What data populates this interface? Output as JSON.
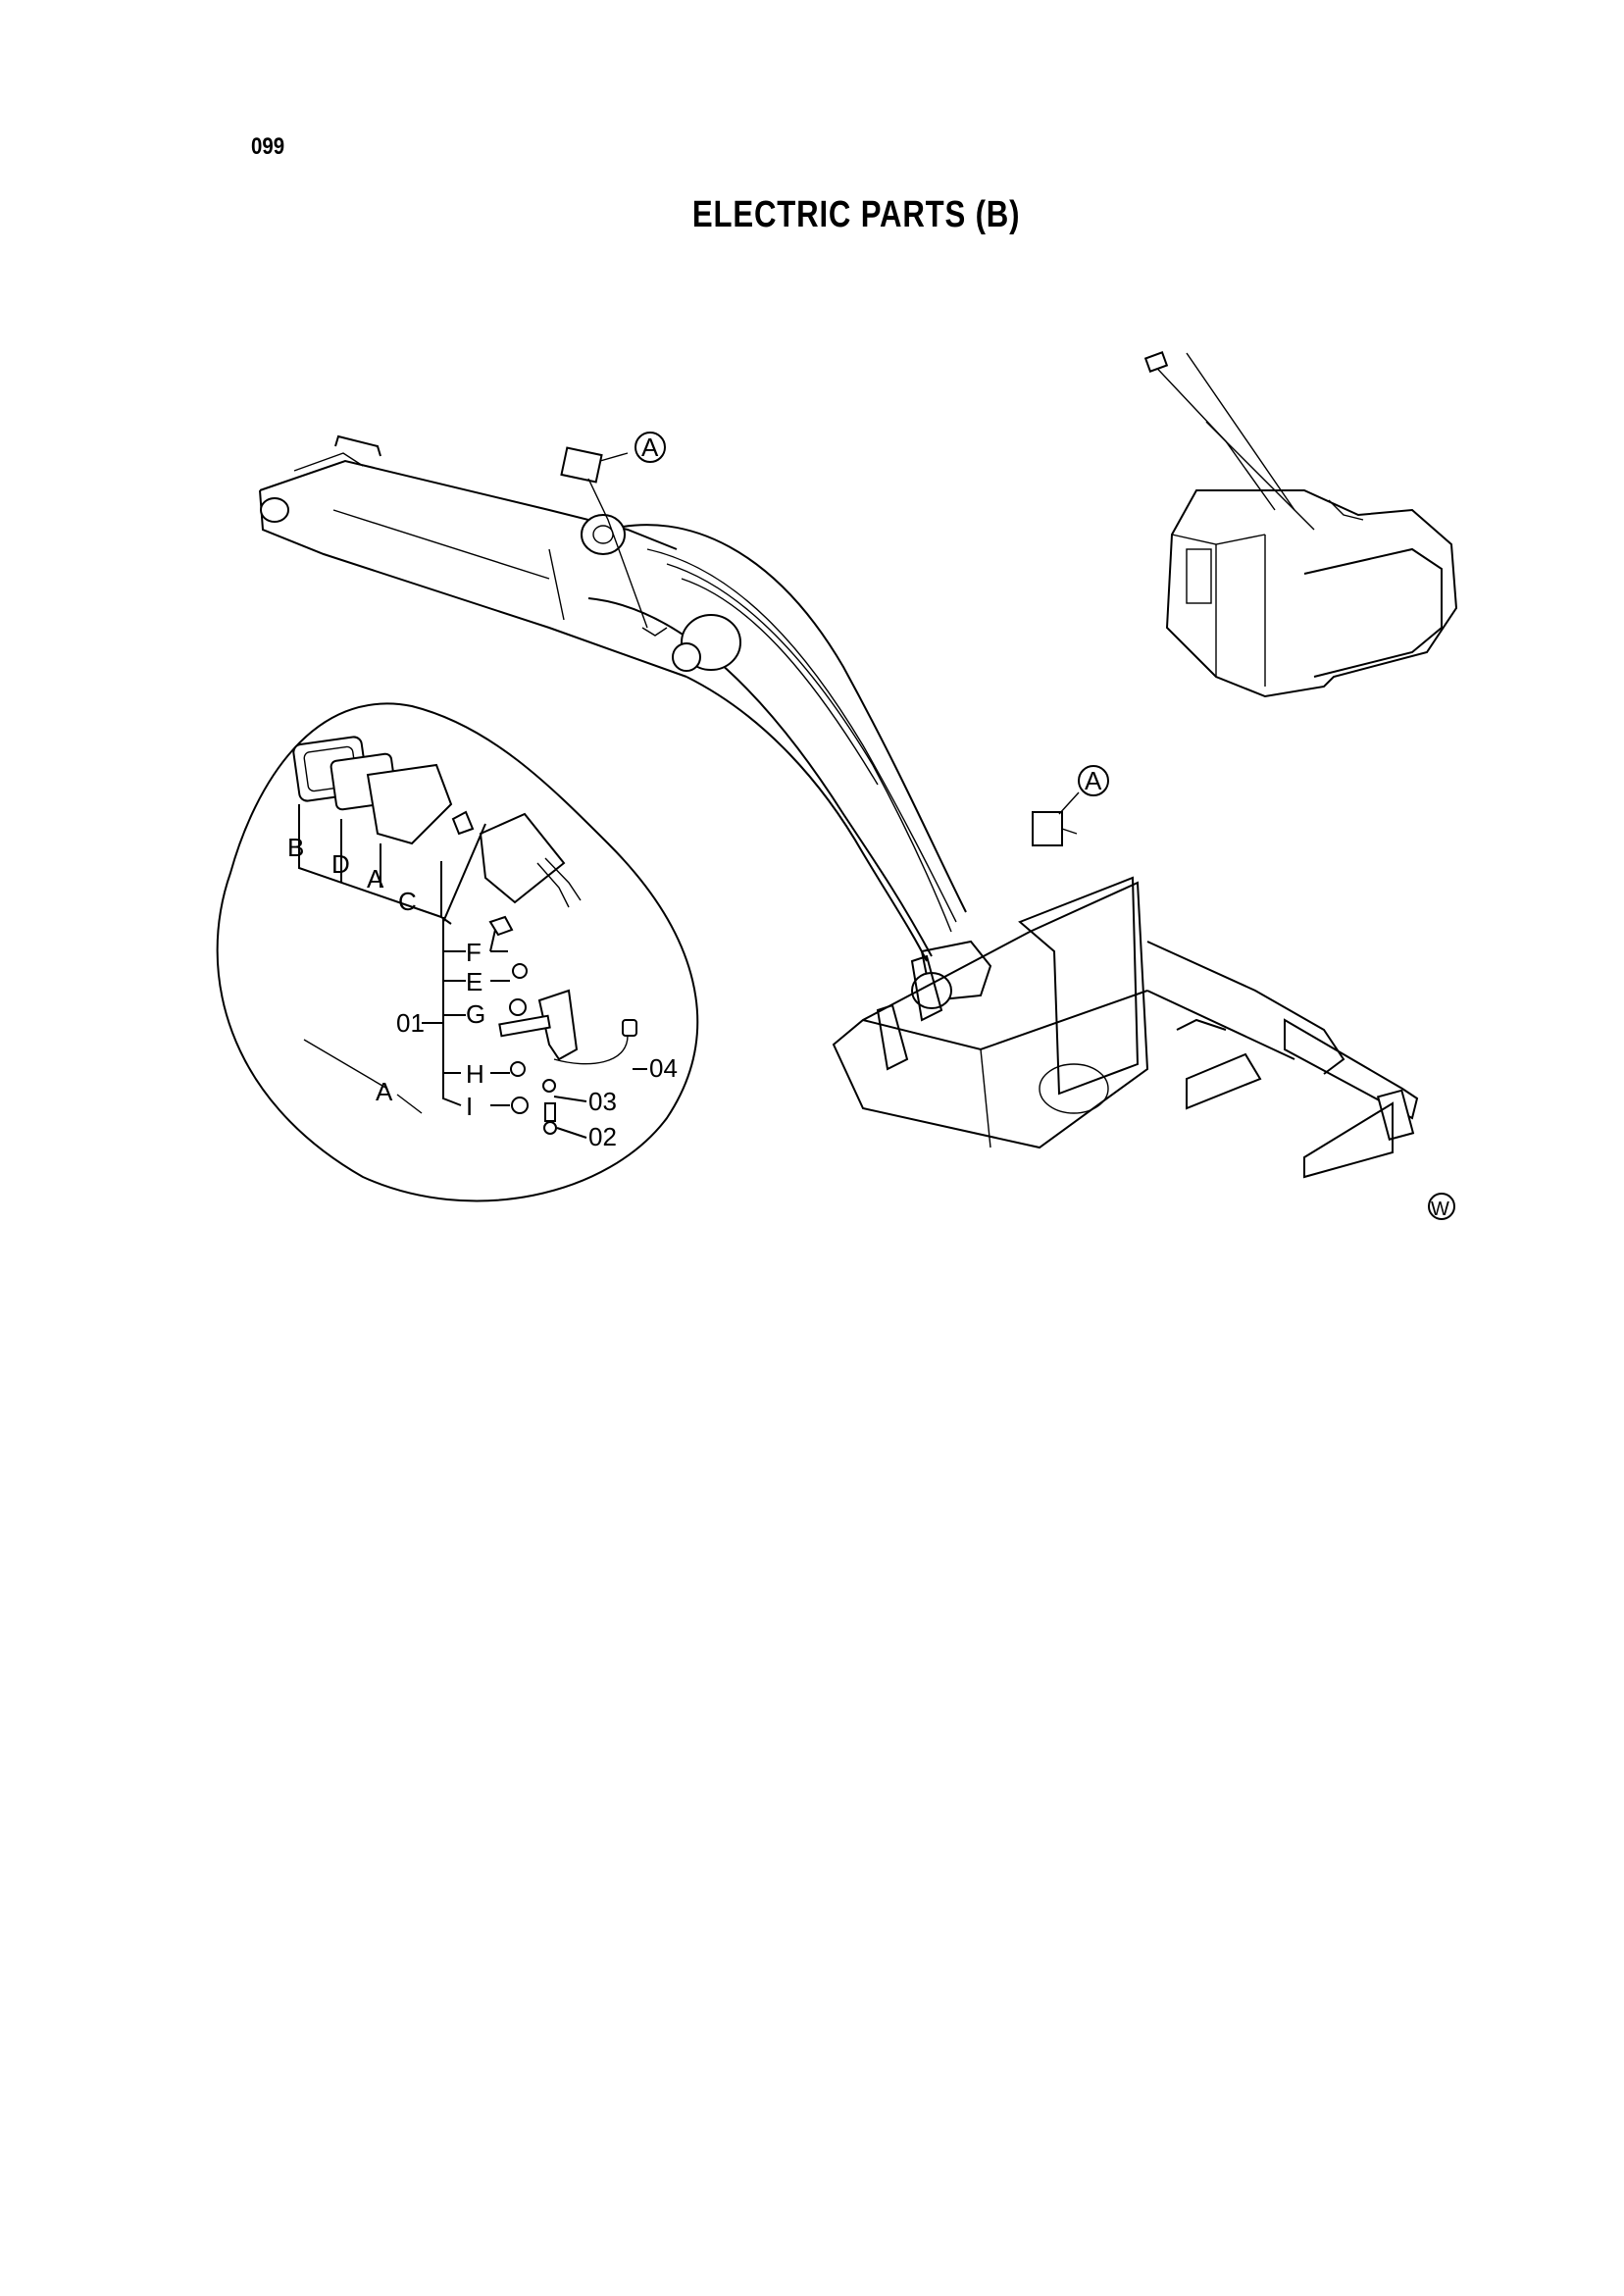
{
  "header": {
    "page_number": "099",
    "title": "ELECTRIC PARTS (B)"
  },
  "callouts": {
    "boom_light": "A",
    "frame_light": "A",
    "detail_group": "A",
    "corner_mark": "W"
  },
  "detail": {
    "assembly_id": "01",
    "sub_parts": [
      "B",
      "D",
      "A",
      "C",
      "F",
      "E",
      "G",
      "H",
      "I"
    ],
    "part_numbers": [
      "04",
      "03",
      "02"
    ]
  }
}
